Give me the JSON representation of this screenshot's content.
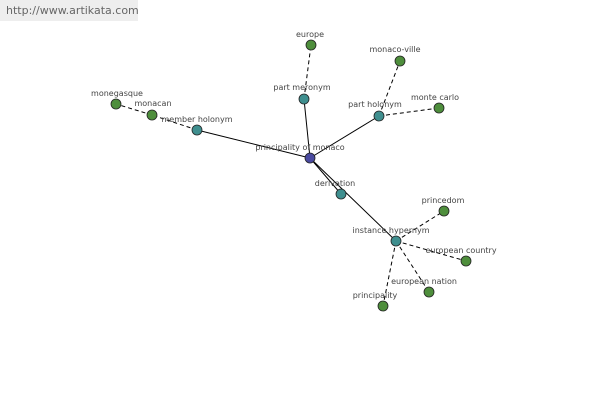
{
  "watermark": "http://www.artikata.com",
  "colors": {
    "center": "#4a4aa0",
    "relation": "#3f8f8f",
    "leaf": "#4e8e3c"
  },
  "nodes": [
    {
      "id": "principality_of_monaco",
      "label": "principality of monaco",
      "kind": "center"
    },
    {
      "id": "part_meronym",
      "label": "part meronym",
      "kind": "relation"
    },
    {
      "id": "part_holonym",
      "label": "part holonym",
      "kind": "relation"
    },
    {
      "id": "member_holonym",
      "label": "member holonym",
      "kind": "relation"
    },
    {
      "id": "derivation",
      "label": "derivation",
      "kind": "relation"
    },
    {
      "id": "instance_hypernym",
      "label": "instance hypernym",
      "kind": "relation"
    },
    {
      "id": "europe",
      "label": "europe",
      "kind": "leaf"
    },
    {
      "id": "monaco_ville",
      "label": "monaco-ville",
      "kind": "leaf"
    },
    {
      "id": "monte_carlo",
      "label": "monte carlo",
      "kind": "leaf"
    },
    {
      "id": "monegasque",
      "label": "monegasque",
      "kind": "leaf"
    },
    {
      "id": "monacan",
      "label": "monacan",
      "kind": "leaf"
    },
    {
      "id": "princedom",
      "label": "princedom",
      "kind": "leaf"
    },
    {
      "id": "european_country",
      "label": "european country",
      "kind": "leaf"
    },
    {
      "id": "european_nation",
      "label": "european nation",
      "kind": "leaf"
    },
    {
      "id": "principality",
      "label": "principality",
      "kind": "leaf"
    }
  ],
  "edges": [
    {
      "from": "principality_of_monaco",
      "to": "part_meronym",
      "style": "solid"
    },
    {
      "from": "principality_of_monaco",
      "to": "part_holonym",
      "style": "solid"
    },
    {
      "from": "principality_of_monaco",
      "to": "member_holonym",
      "style": "solid"
    },
    {
      "from": "principality_of_monaco",
      "to": "derivation",
      "style": "solid"
    },
    {
      "from": "principality_of_monaco",
      "to": "instance_hypernym",
      "style": "solid"
    },
    {
      "from": "part_meronym",
      "to": "europe",
      "style": "dashed"
    },
    {
      "from": "part_holonym",
      "to": "monaco_ville",
      "style": "dashed"
    },
    {
      "from": "part_holonym",
      "to": "monte_carlo",
      "style": "dashed"
    },
    {
      "from": "member_holonym",
      "to": "monacan",
      "style": "dashed"
    },
    {
      "from": "monacan",
      "to": "monegasque",
      "style": "dashed"
    },
    {
      "from": "instance_hypernym",
      "to": "princedom",
      "style": "dashed"
    },
    {
      "from": "instance_hypernym",
      "to": "european_country",
      "style": "dashed"
    },
    {
      "from": "instance_hypernym",
      "to": "european_nation",
      "style": "dashed"
    },
    {
      "from": "instance_hypernym",
      "to": "principality",
      "style": "dashed"
    }
  ]
}
